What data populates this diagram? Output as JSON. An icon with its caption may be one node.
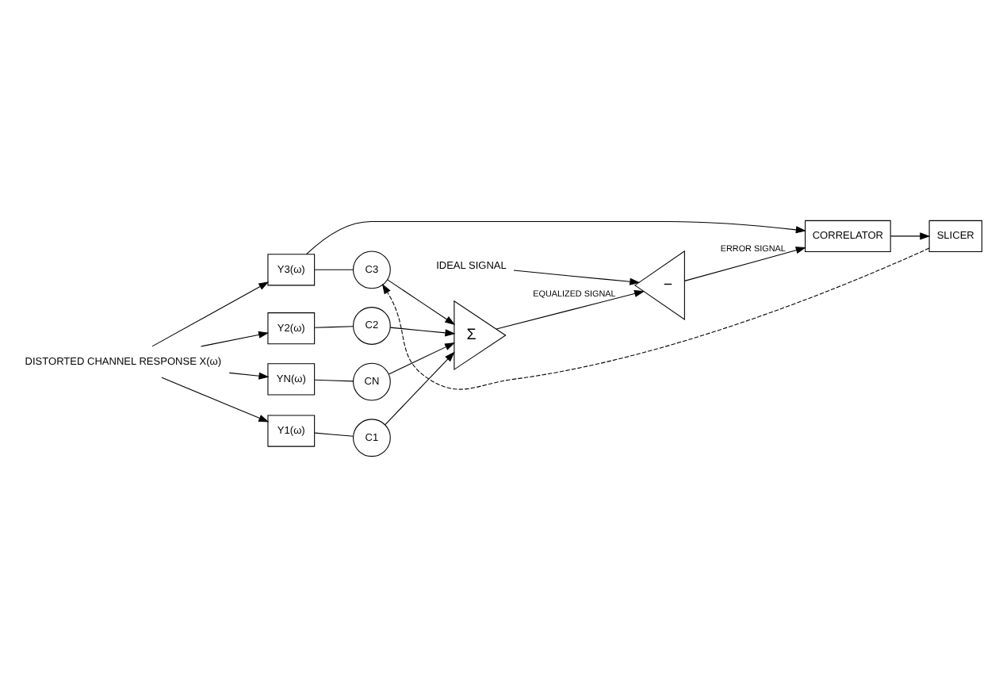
{
  "diagram": {
    "nodes": [
      {
        "text": [
          "DISTORTED CHANNEL RESPONSE X(ω)"
        ]
      },
      {
        "text": [
          "Y1(ω)"
        ]
      },
      {
        "text": [
          "Y2(ω)"
        ]
      },
      {
        "text": [
          "Y3(ω)"
        ]
      },
      {
        "text": [
          "YN(ω)"
        ]
      },
      {
        "text": [
          "C1"
        ]
      },
      {
        "text": [
          "C2"
        ]
      },
      {
        "text": [
          "C3"
        ]
      },
      {
        "text": [
          "CN"
        ]
      },
      {
        "text": [
          "Σ"
        ]
      },
      {
        "text": [
          "−"
        ]
      },
      {
        "text": [
          "CORRELATOR"
        ]
      },
      {
        "text": [
          "SLICER"
        ]
      },
      {
        "text": [
          "IDEAL SIGNAL"
        ]
      }
    ],
    "edges": [
      {
        "from": 0,
        "to": 1,
        "arrow": "to"
      },
      {
        "from": 0,
        "to": 2,
        "arrow": "to"
      },
      {
        "from": 0,
        "to": 3,
        "arrow": "to"
      },
      {
        "from": 0,
        "to": 4,
        "arrow": "to"
      },
      {
        "from": 1,
        "to": 5,
        "arrow": "none"
      },
      {
        "from": 2,
        "to": 6,
        "arrow": "none"
      },
      {
        "from": 3,
        "to": 7,
        "arrow": "none"
      },
      {
        "from": 4,
        "to": 8,
        "arrow": "none"
      },
      {
        "from": 5,
        "to": 9,
        "arrow": "to"
      },
      {
        "from": 6,
        "to": 9,
        "arrow": "to"
      },
      {
        "from": 7,
        "to": 9,
        "arrow": "to"
      },
      {
        "from": 8,
        "to": 9,
        "arrow": "to"
      },
      {
        "from": 9,
        "to": 10,
        "arrow": "to",
        "label": "EQUALIZED SIGNAL"
      },
      {
        "from": 13,
        "to": 10,
        "arrow": "to"
      },
      {
        "from": 3,
        "to": 11,
        "arrow": "to"
      },
      {
        "from": 10,
        "to": 11,
        "arrow": "to",
        "label": "ERROR SIGNAL"
      },
      {
        "from": 11,
        "to": 12,
        "arrow": "to"
      },
      {
        "from": 12,
        "to": 7,
        "arrow": "to",
        "style": "dashed"
      }
    ]
  }
}
